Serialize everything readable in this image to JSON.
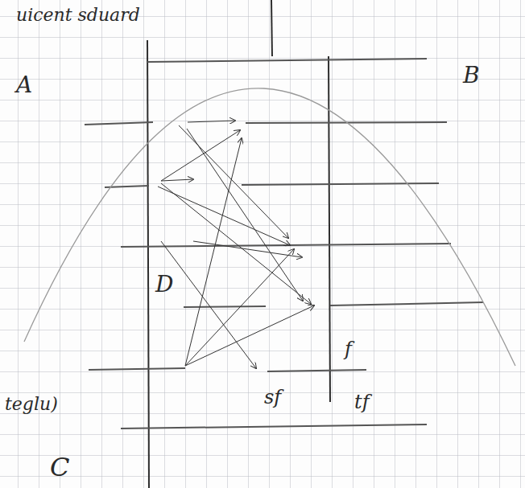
{
  "diagram": {
    "labels": [
      "uicent sduard",
      "A",
      "B",
      "D",
      "C",
      "f",
      "sf",
      "tf",
      "teglu)"
    ]
  }
}
